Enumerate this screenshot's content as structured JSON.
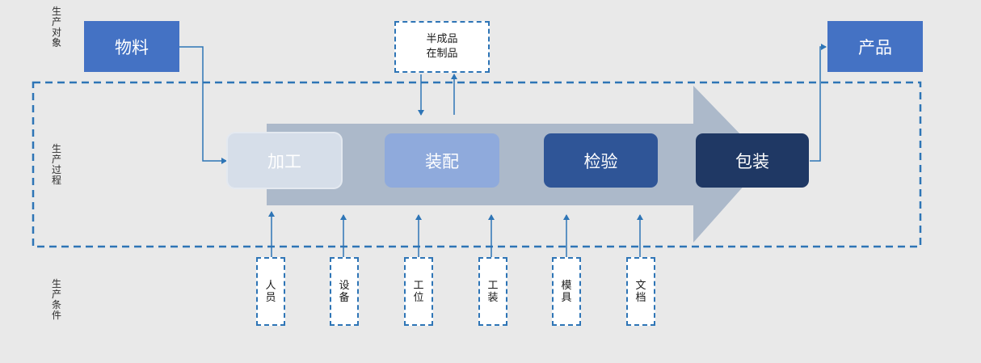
{
  "row_labels": {
    "object": "生产对象",
    "process": "生产过程",
    "conditions": "生产条件"
  },
  "objects": {
    "material": "物料",
    "product": "产品"
  },
  "wip": {
    "line1": "半成品",
    "line2": "在制品"
  },
  "stages": [
    {
      "label": "加工",
      "bg": "#d6dee9",
      "fg": "#ffffff"
    },
    {
      "label": "装配",
      "bg": "#8faadc",
      "fg": "#ffffff"
    },
    {
      "label": "检验",
      "bg": "#2f5597",
      "fg": "#ffffff"
    },
    {
      "label": "包装",
      "bg": "#1f3864",
      "fg": "#ffffff"
    }
  ],
  "conditions": [
    "人员",
    "设备",
    "工位",
    "工装",
    "模具",
    "文档"
  ],
  "colors": {
    "accent": "#2e75b6",
    "box_fill": "#4472c4",
    "arrow_body": "#acb9ca",
    "background": "#e9e9e9"
  }
}
